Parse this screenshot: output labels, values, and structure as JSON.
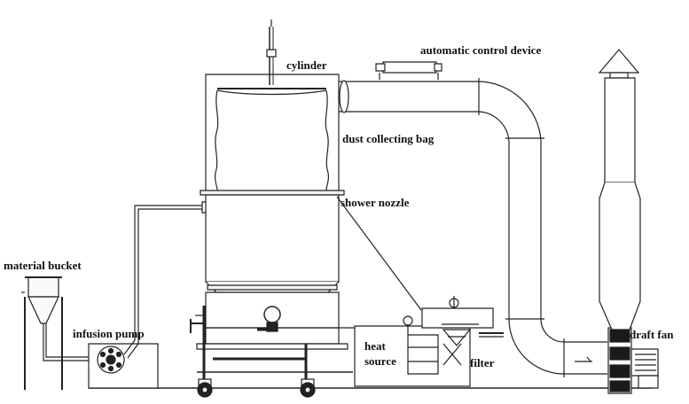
{
  "labels": {
    "cylinder": "cylinder",
    "automatic_control_device": "automatic control device",
    "dust_collecting_bag": "dust collecting bag",
    "shower_nozzle": "shower nozzle",
    "material_bucket": "material bucket",
    "infusion_pump": "infusion pump",
    "heat": "heat",
    "source": "source",
    "filter": "filter",
    "draft_fan": "draft fan"
  },
  "colors": {
    "line": "#222222",
    "fill_light": "#f2f2f2",
    "fill_dark": "#1a1a1a"
  }
}
